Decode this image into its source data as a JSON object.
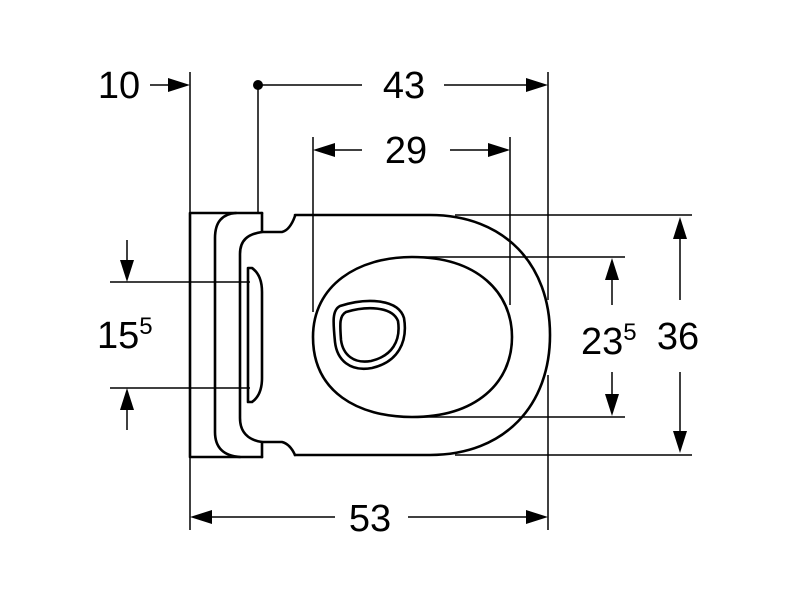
{
  "colors": {
    "line": "#000000",
    "background": "#ffffff"
  },
  "dimensions": {
    "top_left": "10",
    "top_overall": "43",
    "top_inner": "29",
    "left_side": {
      "main": "15",
      "sup": "5"
    },
    "right_inner": {
      "main": "23",
      "sup": "5"
    },
    "right_overall": "36",
    "bottom_overall": "53"
  }
}
